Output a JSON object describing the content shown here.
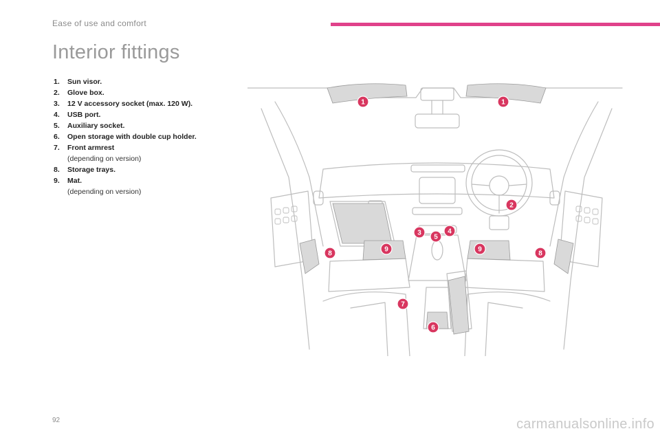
{
  "header": {
    "section_title": "Ease of use and comfort",
    "accent_color": "#e0428a"
  },
  "page": {
    "title": "Interior fittings",
    "number": "92"
  },
  "legend": [
    {
      "num": "1.",
      "label": "Sun visor.",
      "note": ""
    },
    {
      "num": "2.",
      "label": "Glove box.",
      "note": ""
    },
    {
      "num": "3.",
      "label": "12 V accessory socket (max. 120 W).",
      "note": ""
    },
    {
      "num": "4.",
      "label": "USB port.",
      "note": ""
    },
    {
      "num": "5.",
      "label": "Auxiliary socket.",
      "note": ""
    },
    {
      "num": "6.",
      "label": "Open storage with double cup holder.",
      "note": ""
    },
    {
      "num": "7.",
      "label": "Front armrest",
      "note": "(depending on version)"
    },
    {
      "num": "8.",
      "label": "Storage trays.",
      "note": ""
    },
    {
      "num": "9.",
      "label": "Mat.",
      "note": "(depending on version)"
    }
  ],
  "figure": {
    "badges": [
      "1",
      "1",
      "2",
      "3",
      "4",
      "5",
      "6",
      "7",
      "8",
      "8",
      "9",
      "9"
    ],
    "badge_color": "#d8365f",
    "line_color": "#bdbdbd",
    "highlight_color": "#d9d9d9"
  },
  "footer": {
    "watermark": "carmanualsonline.info"
  }
}
